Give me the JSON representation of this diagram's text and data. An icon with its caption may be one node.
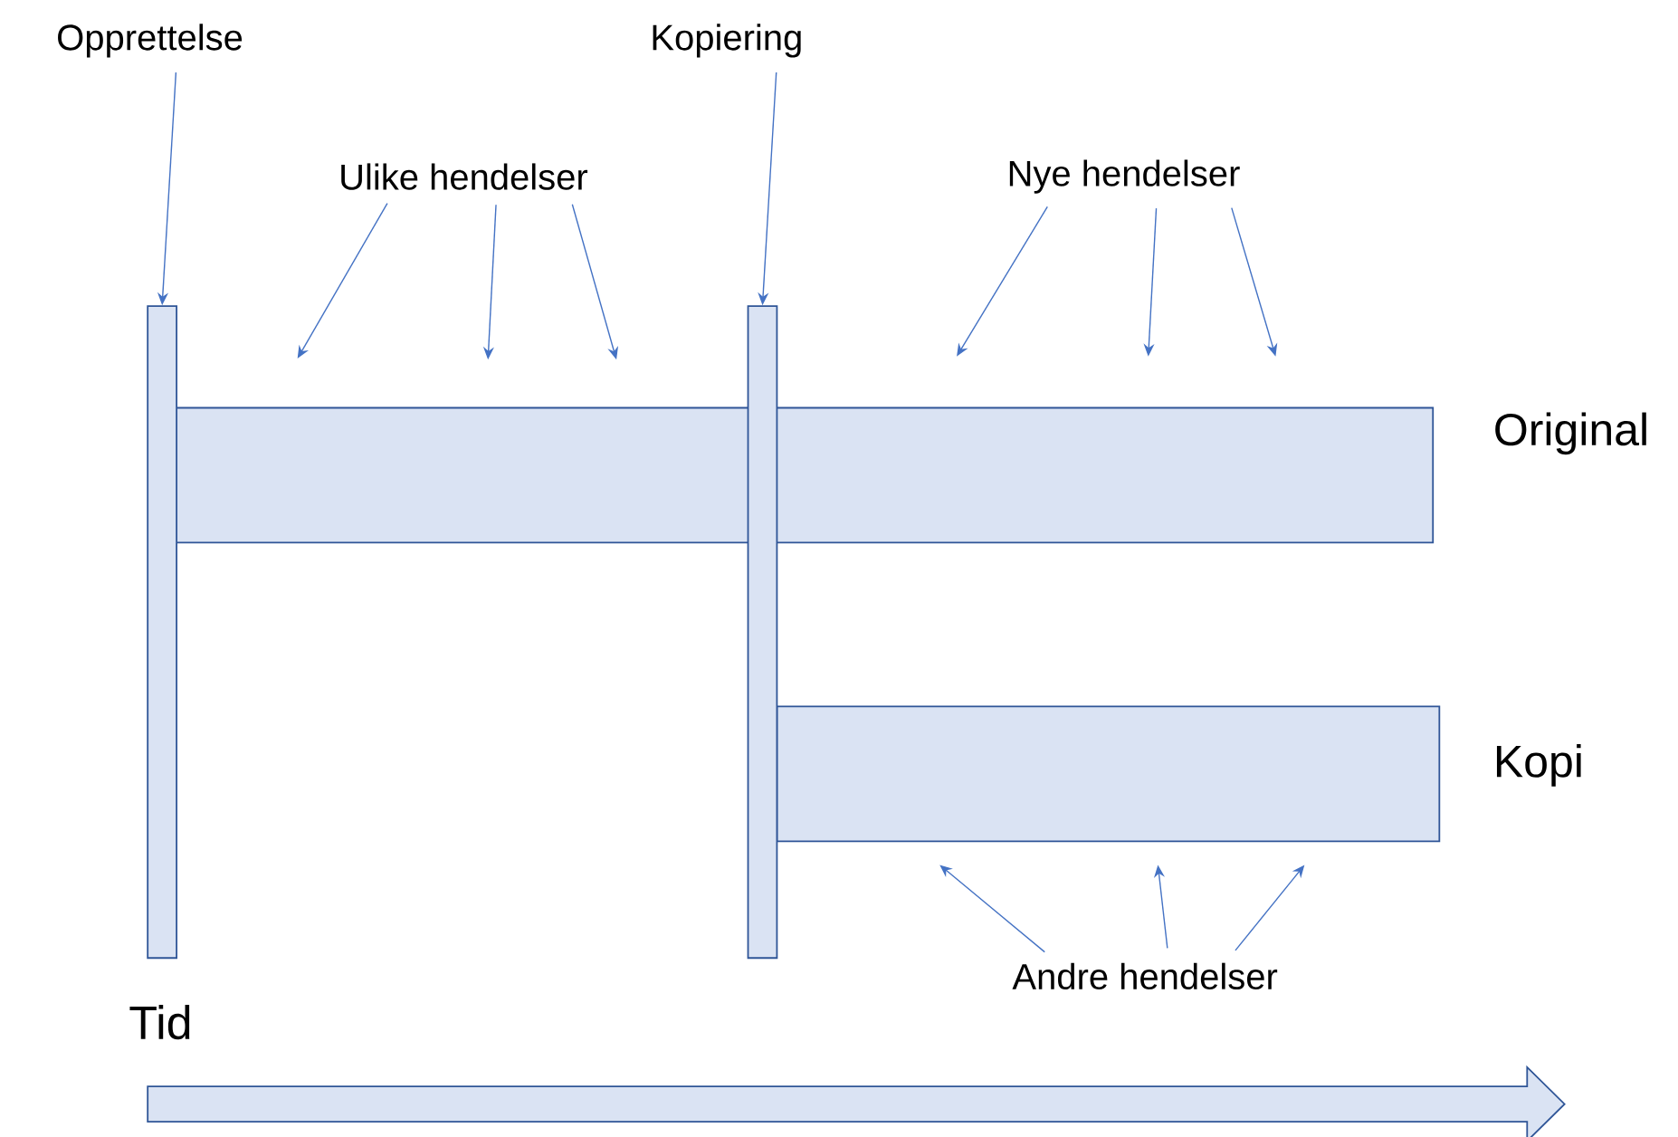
{
  "diagram": {
    "nodes": [
      {
        "text": [
          "Opprettelse"
        ]
      },
      {
        "text": [
          "Kopiering"
        ]
      },
      {
        "text": [
          "Ulike hendelser"
        ]
      },
      {
        "text": [
          "Nye hendelser"
        ]
      },
      {
        "text": [],
        "shape": "bar",
        "beside": [
          "Original"
        ]
      },
      {
        "text": [],
        "shape": "bar",
        "beside": [
          "Kopi"
        ]
      },
      {
        "text": [],
        "shape": "bar"
      },
      {
        "text": [],
        "shape": "bar"
      },
      {
        "text": [
          "Andre hendelser"
        ]
      },
      {
        "text": [],
        "shape": "arrow",
        "beside": [
          "Tid"
        ]
      }
    ],
    "edges": [
      {
        "from": 0,
        "to": 6,
        "arrow": "to"
      },
      {
        "from": 1,
        "to": 7,
        "arrow": "to"
      },
      {
        "from": 2,
        "to": null,
        "arrow": "to"
      },
      {
        "from": 2,
        "to": null,
        "arrow": "to"
      },
      {
        "from": 2,
        "to": null,
        "arrow": "to"
      },
      {
        "from": 3,
        "to": null,
        "arrow": "to"
      },
      {
        "from": 3,
        "to": null,
        "arrow": "to"
      },
      {
        "from": 3,
        "to": null,
        "arrow": "to"
      },
      {
        "from": 8,
        "to": null,
        "arrow": "to"
      },
      {
        "from": 8,
        "to": null,
        "arrow": "to"
      },
      {
        "from": 8,
        "to": null,
        "arrow": "to"
      }
    ]
  }
}
